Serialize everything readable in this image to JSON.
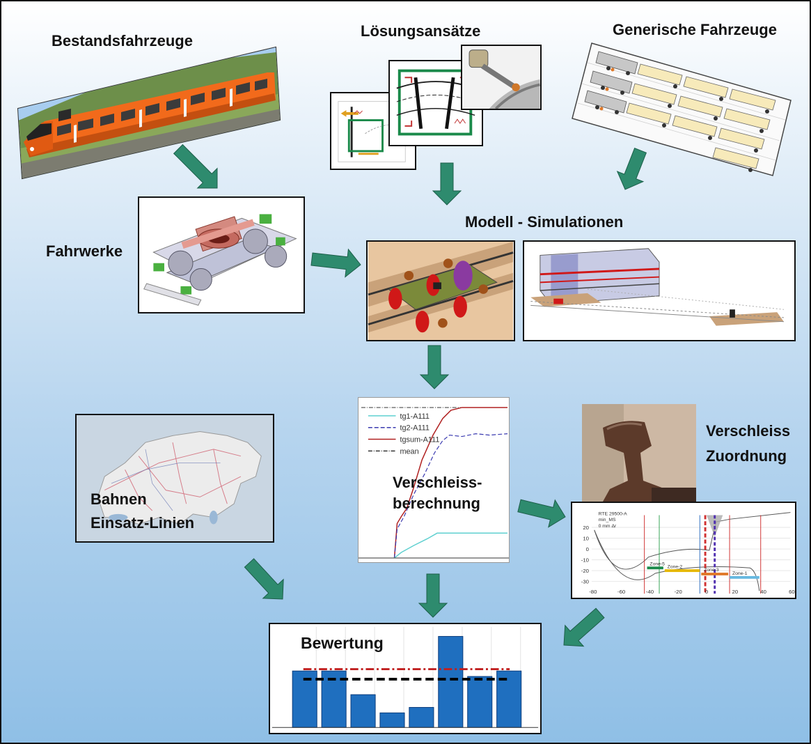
{
  "labels": {
    "bestandsfahrzeuge": "Bestandsfahrzeuge",
    "loesungsansaetze": "Lösungsansätze",
    "generische_fahrzeuge": "Generische Fahrzeuge",
    "fahrwerke": "Fahrwerke",
    "modell_simulationen": "Modell - Simulationen",
    "bahnen_line1": "Bahnen",
    "bahnen_line2": "Einsatz-Linien",
    "verschleissberechnung_line1": "Verschleiss-",
    "verschleissberechnung_line2": "berechnung",
    "verschleiss_zuordnung_line1": "Verschleiss",
    "verschleiss_zuordnung_line2": "Zuordnung",
    "bewertung": "Bewertung"
  },
  "wear_plot": {
    "legend": [
      "tg1-A111",
      "tg2-A111",
      "tgsum-A111",
      "mean"
    ],
    "colors": [
      "#5fd0d0",
      "#3a3ab0",
      "#b02020",
      "#333333"
    ]
  },
  "zone_plot": {
    "header": [
      "RTE 29500-A",
      "min_MS",
      "0 mm Δr"
    ],
    "y_ticks": [
      "20",
      "10",
      "0",
      "-10",
      "-20",
      "-30"
    ],
    "x_ticks": [
      "-80",
      "-60",
      "-40",
      "-20",
      "0",
      "20",
      "40",
      "60"
    ],
    "zones": [
      "Zone-5",
      "Zone-2",
      "Zone-3",
      "Zone-1"
    ],
    "zone_colors": [
      "#1a8a4a",
      "#e6b800",
      "#e07a2a",
      "#66b8e0"
    ]
  },
  "bewertung_chart": {
    "values": [
      0.62,
      0.62,
      0.36,
      0.16,
      0.22,
      1.0,
      0.56,
      0.62
    ],
    "bar_color": "#1f6fbf",
    "mean_red": 0.64,
    "mean_black": 0.53
  },
  "colors": {
    "arrow": "#2e8b6e",
    "train_orange": "#f26a1b"
  }
}
